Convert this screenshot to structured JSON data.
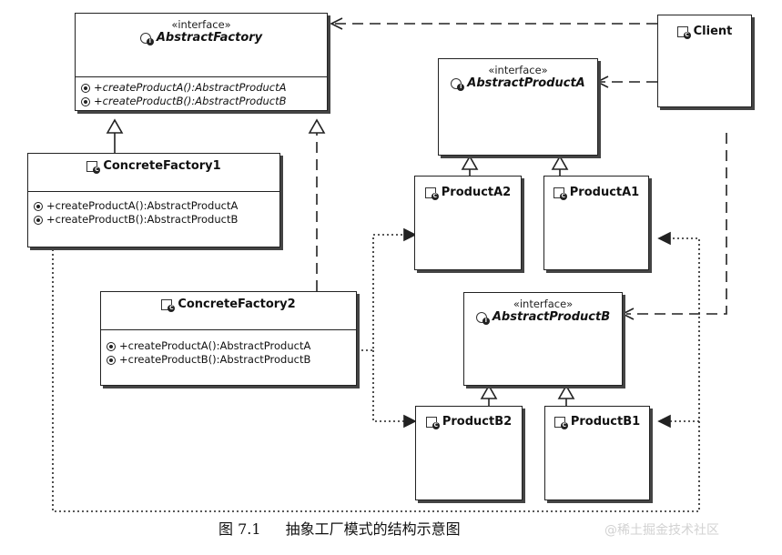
{
  "stereotype_label": "«interface»",
  "classes": {
    "abstract_factory": {
      "name": "AbstractFactory",
      "operations": [
        "+createProductA():AbstractProductA",
        "+createProductB():AbstractProductB"
      ]
    },
    "concrete_factory_1": {
      "name": "ConcreteFactory1",
      "operations": [
        "+createProductA():AbstractProductA",
        "+createProductB():AbstractProductB"
      ]
    },
    "concrete_factory_2": {
      "name": "ConcreteFactory2",
      "operations": [
        "+createProductA():AbstractProductA",
        "+createProductB():AbstractProductB"
      ]
    },
    "abstract_product_a": {
      "name": "AbstractProductA"
    },
    "abstract_product_b": {
      "name": "AbstractProductB"
    },
    "product_a1": {
      "name": "ProductA1"
    },
    "product_a2": {
      "name": "ProductA2"
    },
    "product_b1": {
      "name": "ProductB1"
    },
    "product_b2": {
      "name": "ProductB2"
    },
    "client": {
      "name": "Client"
    }
  },
  "caption": {
    "figure_number": "图 7.1",
    "title": "抽象工厂模式的结构示意图"
  },
  "watermark": "@稀土掘金技术社区",
  "icons": {
    "class": "class-icon",
    "interface": "interface-icon",
    "operation": "operation-icon"
  },
  "colors": {
    "line": "#222222",
    "background": "#ffffff"
  }
}
